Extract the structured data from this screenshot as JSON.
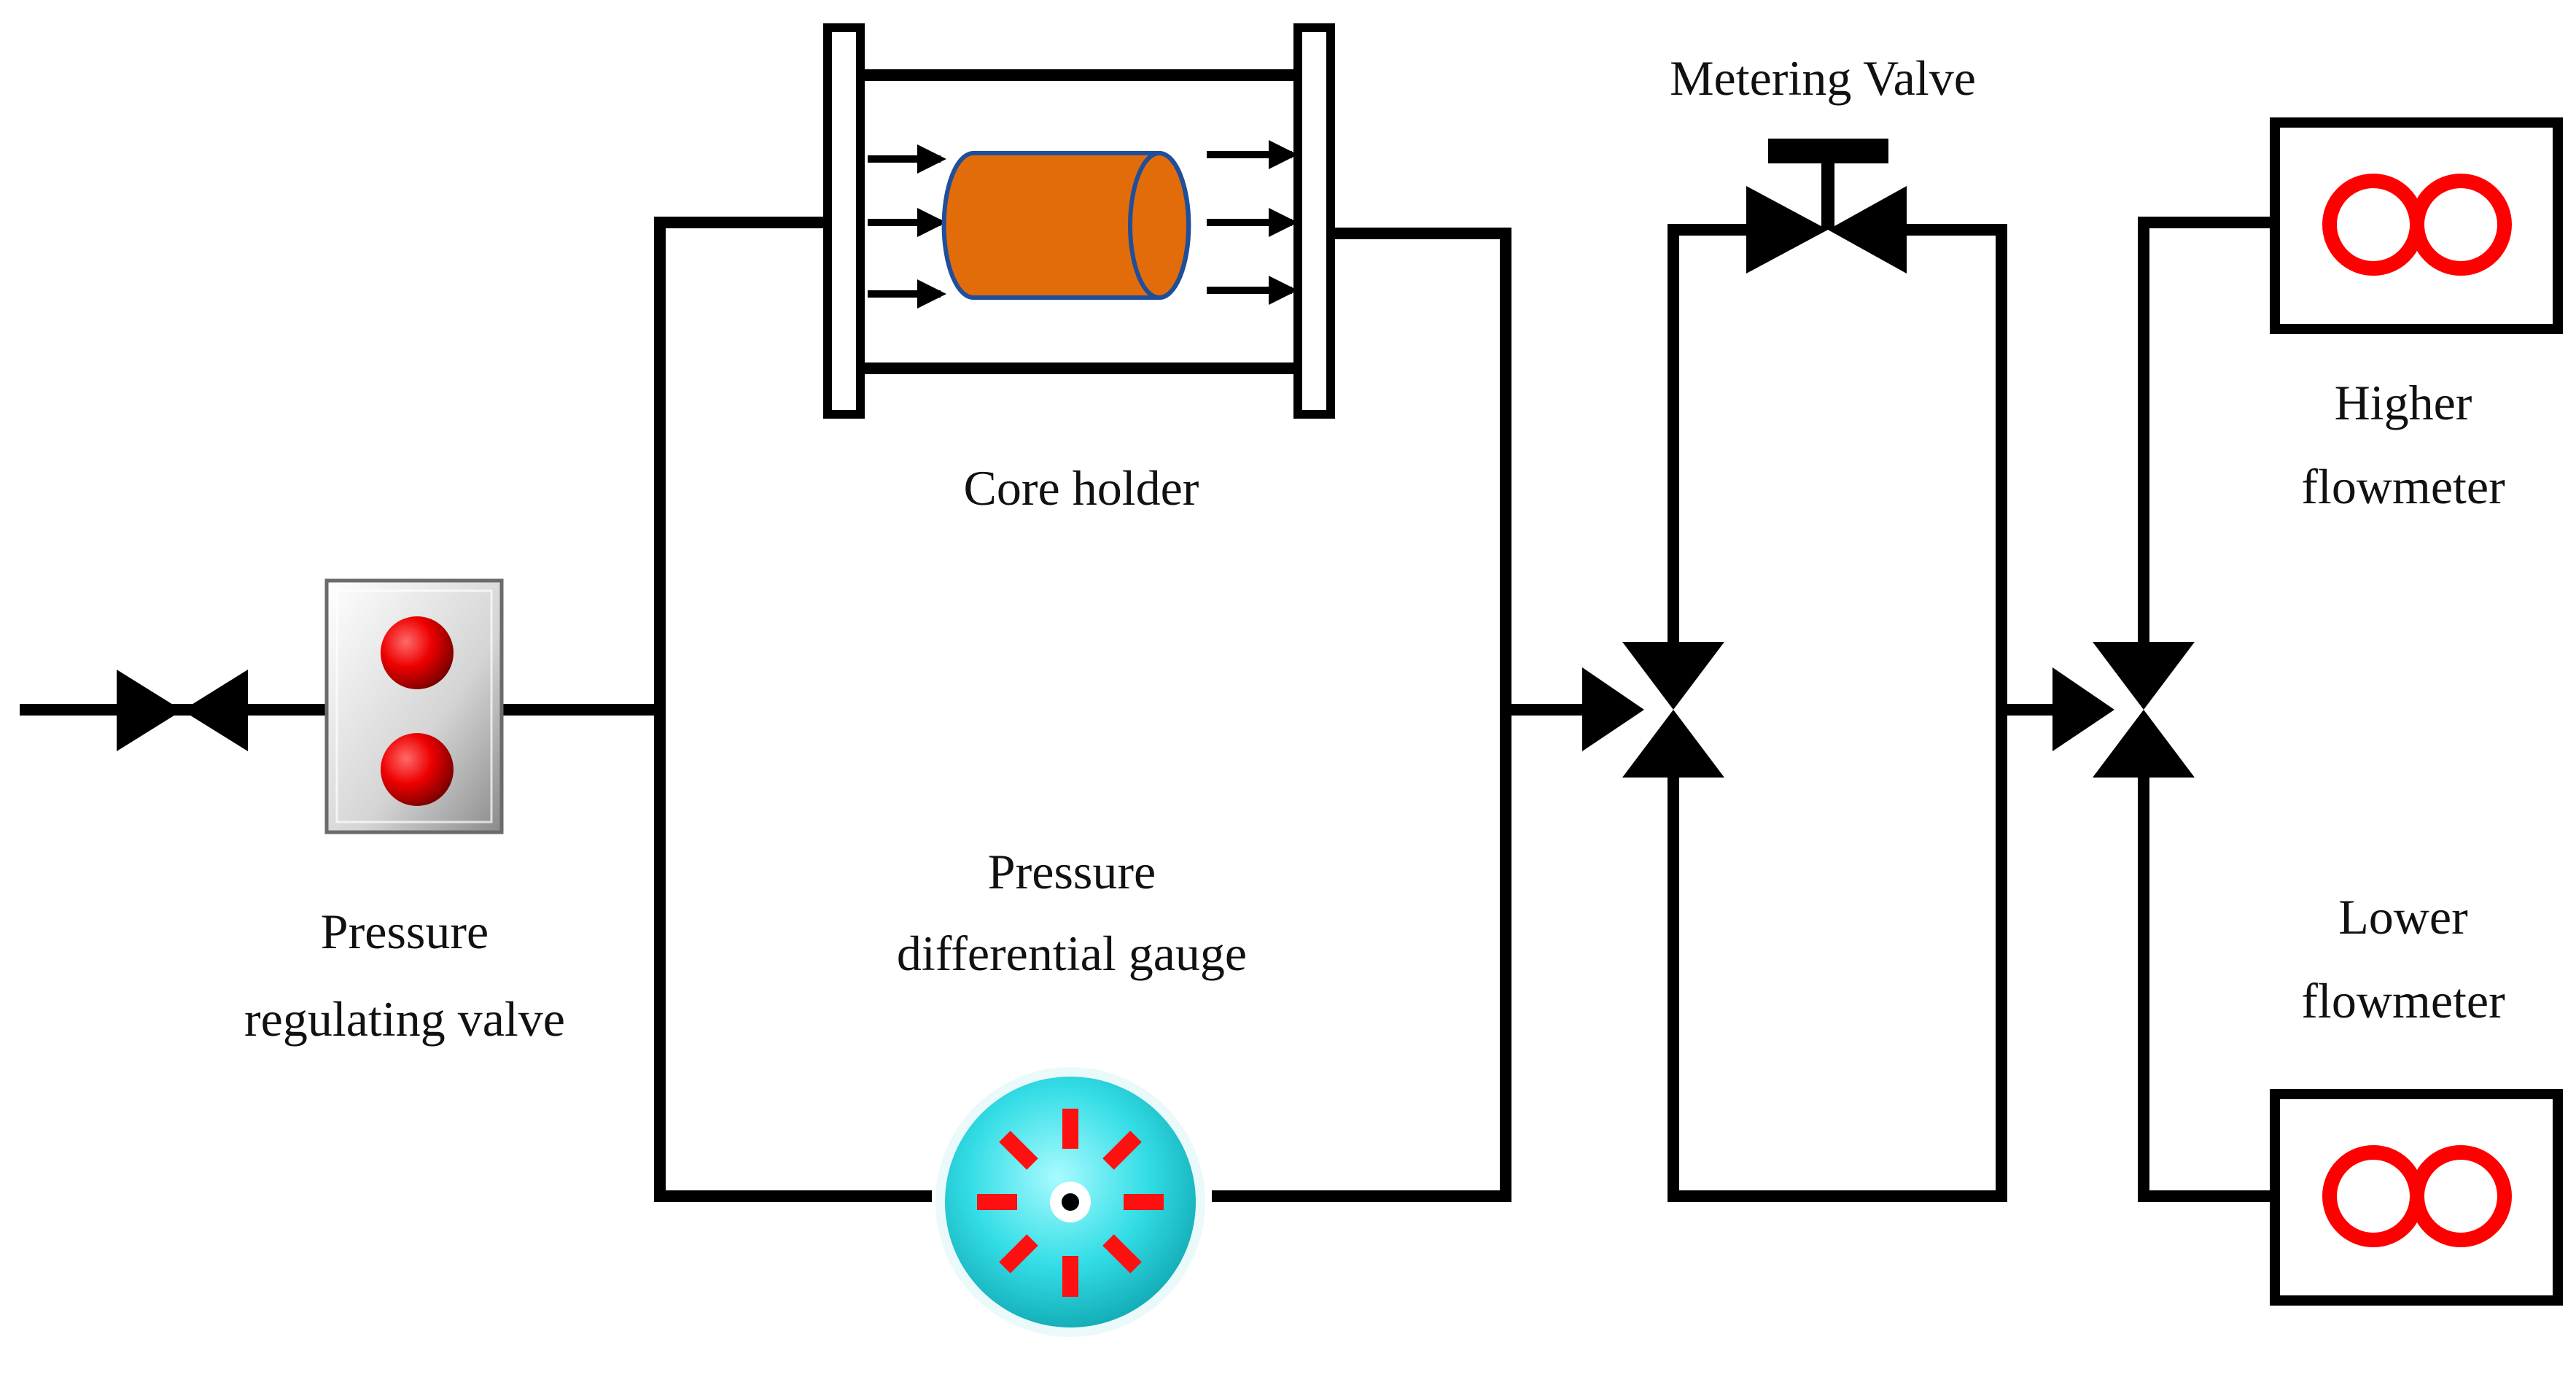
{
  "labels": {
    "core_holder": "Core holder",
    "metering_valve": "Metering Valve",
    "higher_flowmeter_line1": "Higher",
    "higher_flowmeter_line2": "flowmeter",
    "lower_flowmeter_line1": "Lower",
    "lower_flowmeter_line2": "flowmeter",
    "pressure_regulating_line1": "Pressure",
    "pressure_regulating_line2": "regulating valve",
    "pressure_diff_line1": "Pressure",
    "pressure_diff_line2": "differential gauge"
  },
  "colors": {
    "pipe": "#000000",
    "core_sample": "#e36c0a",
    "core_outline": "#1f4e9a",
    "indicator_red": "#ff0000",
    "gauge_face": "#33e0e8",
    "regulator_body": "#d0d0d0"
  }
}
